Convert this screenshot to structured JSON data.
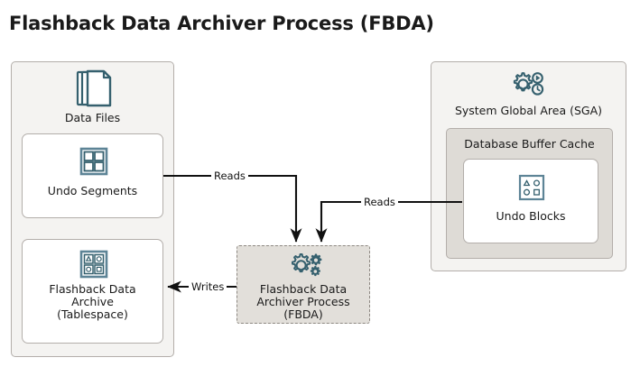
{
  "page": {
    "title": "Flashback Data Archiver Process (FBDA)"
  },
  "left_panel": {
    "name": "data-files-panel",
    "label": "Data Files",
    "icon": "documents-stack-icon",
    "nodes": [
      {
        "id": "undo-segments",
        "label": "Undo Segments",
        "icon": "grid-2x2-icon"
      },
      {
        "id": "flashback-data-archive",
        "label": "Flashback Data\nArchive\n(Tablespace)",
        "label_lines": [
          "Flashback Data",
          "Archive",
          "(Tablespace)"
        ],
        "icon": "grid-shapes-icon"
      }
    ]
  },
  "right_panel": {
    "name": "sga-panel",
    "label": "System Global Area (SGA)",
    "icon": "gear-clock-icon",
    "buffer_cache": {
      "label": "Database Buffer Cache",
      "node": {
        "id": "undo-blocks",
        "label": "Undo Blocks",
        "icon": "block-shapes-icon"
      }
    }
  },
  "process": {
    "id": "fbda-process",
    "icon": "gears-icon",
    "label_lines": [
      "Flashback Data",
      "Archiver Process",
      "(FBDA)"
    ]
  },
  "edges": [
    {
      "id": "edge-undo-segments-reads",
      "label": "Reads",
      "from": "undo-segments",
      "to": "fbda-process"
    },
    {
      "id": "edge-undo-blocks-reads",
      "label": "Reads",
      "from": "undo-blocks",
      "to": "fbda-process"
    },
    {
      "id": "edge-fbda-writes",
      "label": "Writes",
      "from": "fbda-process",
      "to": "flashback-data-archive"
    }
  ],
  "colors": {
    "panel_fill": "#f4f3f1",
    "subpanel_fill": "#dedbd6",
    "process_fill": "#e2dfda",
    "border": "#b3aeaa",
    "icon_stroke": "#35606e",
    "text": "#1a1a1a",
    "connector": "#111111"
  }
}
